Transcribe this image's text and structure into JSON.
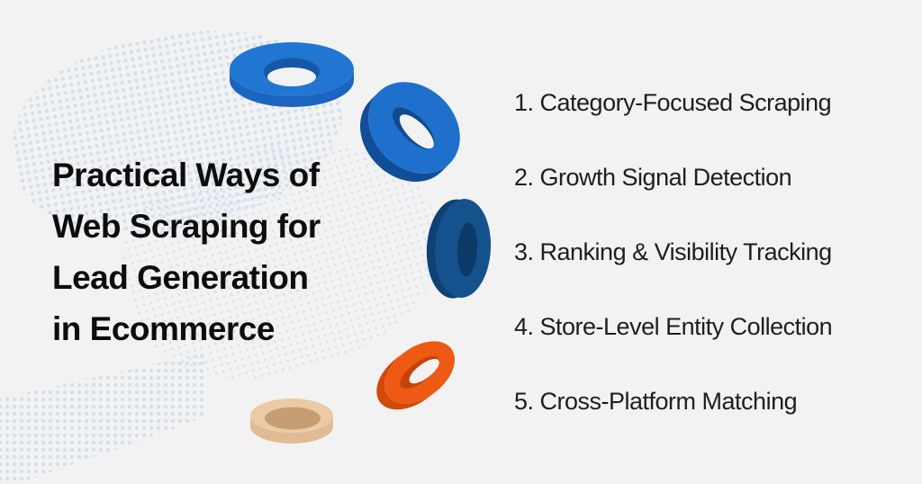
{
  "background": {
    "color": "#F2F2F2",
    "halftone_dot_color": "#CEDCEE"
  },
  "title": {
    "color": "#0D0D0D",
    "lines": [
      "Practical Ways of",
      "Web Scraping for",
      "Lead Generation",
      "in Ecommerce"
    ]
  },
  "list": {
    "color": "#1E1E1E",
    "items": [
      {
        "label": "1. Category-Focused Scraping"
      },
      {
        "label": "2. Growth Signal Detection"
      },
      {
        "label": "3. Ranking & Visibility Tracking"
      },
      {
        "label": "4. Store-Level Entity Collection"
      },
      {
        "label": "5. Cross-Platform Matching"
      }
    ]
  },
  "decor": {
    "tori": [
      {
        "name": "blue-top",
        "face": "#2176D2",
        "wall": "#1B64BF",
        "inner": "#1758A6",
        "hole": "#F2F2F2"
      },
      {
        "name": "blue-right",
        "face": "#1F70CC",
        "wall": "#124E98",
        "inner": "#114A90",
        "hole": "#F2F2F2"
      },
      {
        "name": "navy-middle",
        "face": "#15518D",
        "wall": "#0E4174",
        "inner": "#0D3A66"
      },
      {
        "name": "orange",
        "face": "#EE5A14",
        "wall": "#D1490B",
        "inner": "#C4430B",
        "hole": "#F2F2F2"
      },
      {
        "name": "tan",
        "face": "#EACBA5",
        "wall": "#E0BB94",
        "inner": "#C79E74"
      }
    ]
  }
}
